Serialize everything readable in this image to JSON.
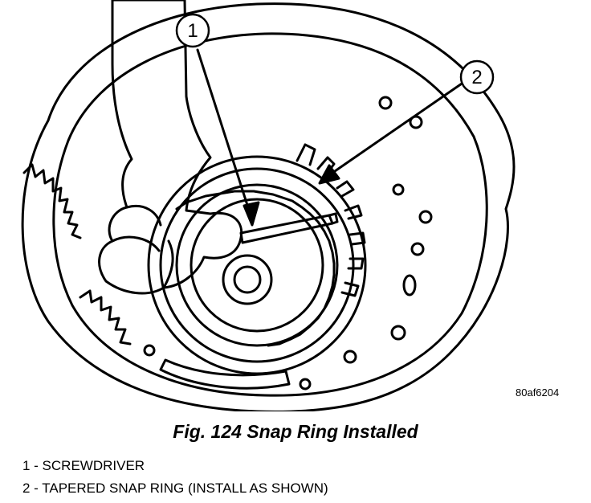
{
  "figure": {
    "code": "80af6204",
    "caption": "Fig. 124 Snap Ring Installed",
    "callouts": [
      {
        "number": "1"
      },
      {
        "number": "2"
      }
    ]
  },
  "legend": [
    {
      "text": "1 - SCREWDRIVER"
    },
    {
      "text": "2 - TAPERED SNAP RING (INSTALL AS SHOWN)"
    }
  ]
}
